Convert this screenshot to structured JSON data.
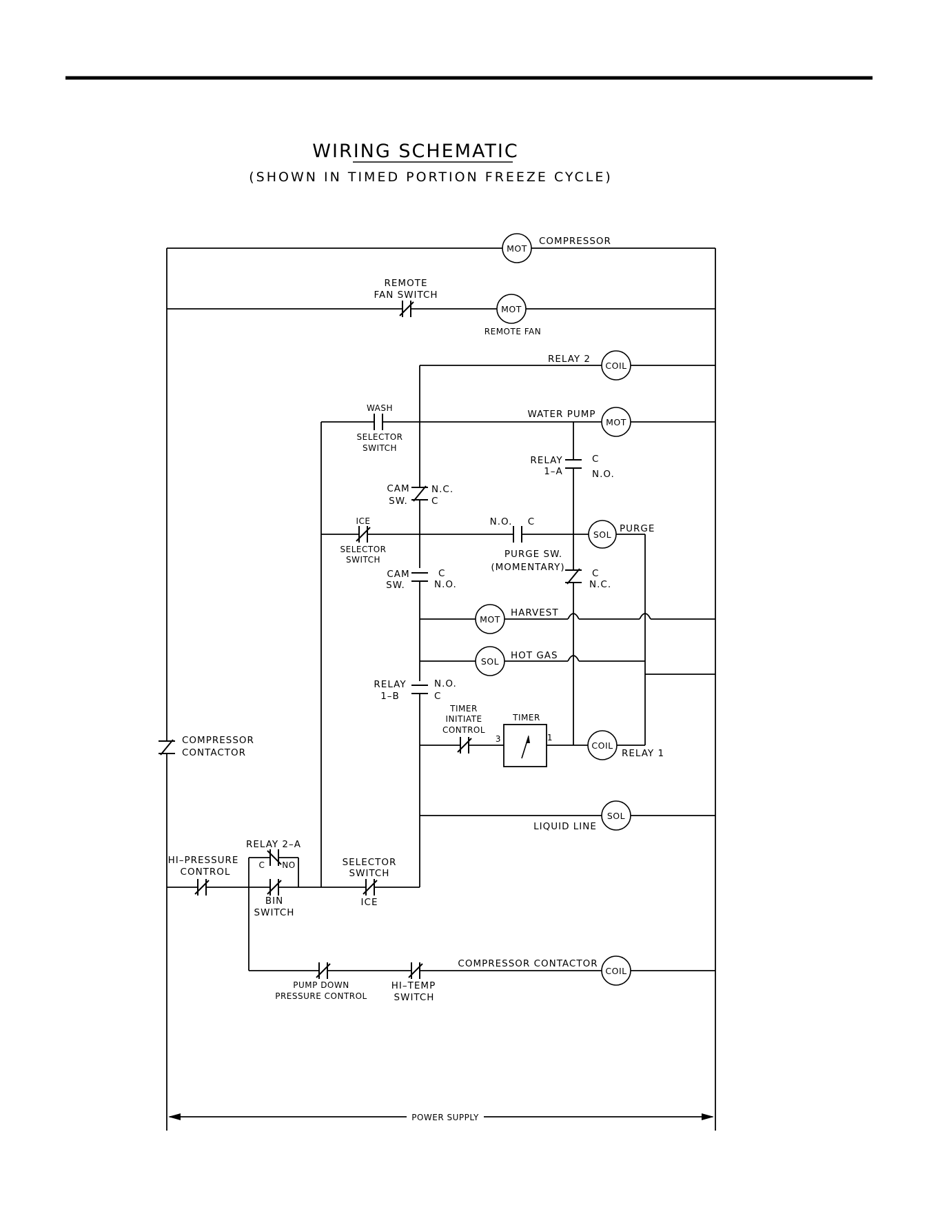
{
  "title": "WIRING SCHEMATIC",
  "subtitle": "(SHOWN IN TIMED PORTION FREEZE CYCLE)",
  "loads": {
    "compressor": {
      "symbol": "MOT",
      "label": "COMPRESSOR"
    },
    "remote_fan": {
      "symbol": "MOT",
      "label": "REMOTE FAN"
    },
    "relay2_coil": {
      "symbol": "COIL",
      "label": "RELAY 2"
    },
    "water_pump": {
      "symbol": "MOT",
      "label": "WATER PUMP"
    },
    "purge_sol": {
      "symbol": "SOL",
      "label": "PURGE"
    },
    "harvest_mot": {
      "symbol": "MOT",
      "label": "HARVEST"
    },
    "hot_gas_sol": {
      "symbol": "SOL",
      "label": "HOT GAS"
    },
    "relay1_coil": {
      "symbol": "COIL",
      "label": "RELAY 1"
    },
    "liquid_line_sol": {
      "symbol": "SOL",
      "label": "LIQUID LINE"
    },
    "comp_contactor_coil": {
      "symbol": "COIL",
      "label": "COMPRESSOR CONTACTOR"
    }
  },
  "switches": {
    "remote_fan_switch": {
      "line1": "REMOTE",
      "line2": "FAN SWITCH"
    },
    "wash_selector": {
      "top": "WASH",
      "line1": "SELECTOR",
      "line2": "SWITCH"
    },
    "relay_1a": {
      "line1": "RELAY",
      "line2": "1–A",
      "t1": "C",
      "t2": "N.O."
    },
    "cam_sw_upper": {
      "line1": "CAM",
      "line2": "SW.",
      "t1": "N.C.",
      "t2": "C"
    },
    "ice_selector": {
      "top": "ICE",
      "line1": "SELECTOR",
      "line2": "SWITCH"
    },
    "purge_sw": {
      "t1": "N.O.",
      "t2": "C",
      "line1": "PURGE SW.",
      "line2": "(MOMENTARY)",
      "t3": "C",
      "t4": "N.C."
    },
    "cam_sw_lower": {
      "line1": "CAM",
      "line2": "SW.",
      "t1": "C",
      "t2": "N.O."
    },
    "relay_1b": {
      "line1": "RELAY",
      "line2": "1–B",
      "t1": "N.O.",
      "t2": "C"
    },
    "timer_initiate": {
      "line1": "TIMER",
      "line2": "INITIATE",
      "line3": "CONTROL"
    },
    "timer": {
      "label": "TIMER",
      "t1": "3",
      "t2": "1"
    },
    "compressor_contactor": {
      "line1": "COMPRESSOR",
      "line2": "CONTACTOR"
    },
    "hi_pressure": {
      "line1": "HI–PRESSURE",
      "line2": "CONTROL"
    },
    "relay_2a": {
      "label": "RELAY 2–A",
      "t1": "C",
      "t2": "NO"
    },
    "bin_switch": {
      "line1": "BIN",
      "line2": "SWITCH"
    },
    "selector_ice": {
      "line1": "SELECTOR",
      "line2": "SWITCH",
      "bottom": "ICE"
    },
    "pump_down": {
      "line1": "PUMP DOWN",
      "line2": "PRESSURE CONTROL"
    },
    "hi_temp": {
      "line1": "HI–TEMP",
      "line2": "SWITCH"
    }
  },
  "power_supply": "POWER SUPPLY"
}
